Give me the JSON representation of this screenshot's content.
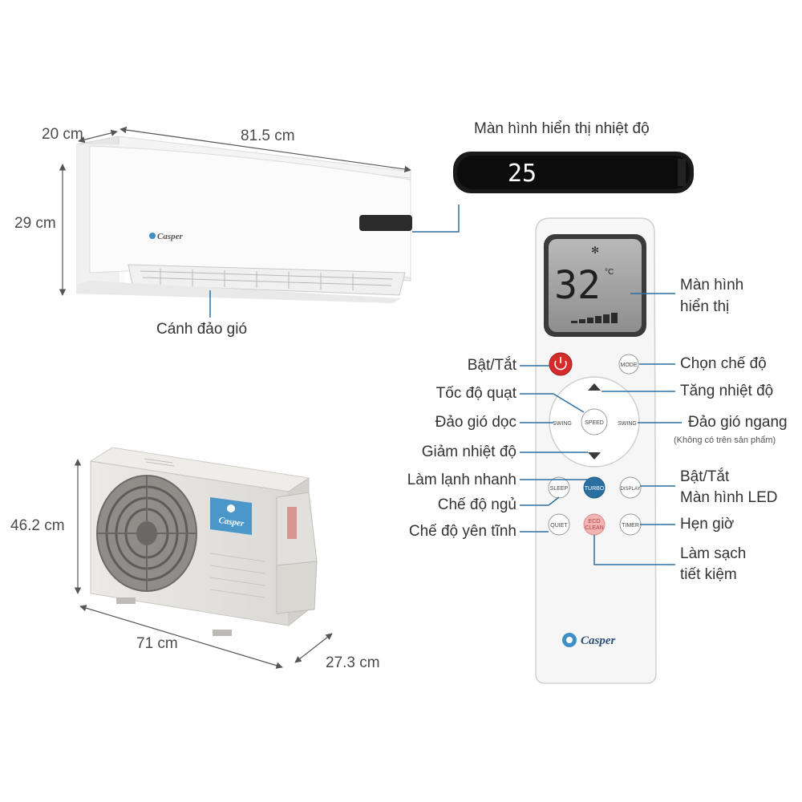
{
  "indoor_unit": {
    "depth_label": "20 cm",
    "width_label": "81.5 cm",
    "height_label": "29 cm",
    "brand": "Casper",
    "vane_label": "Cánh đảo gió"
  },
  "display_panel": {
    "title": "Màn hình hiển thị nhiệt độ",
    "temperature": "25"
  },
  "outdoor_unit": {
    "height_label": "46.2 cm",
    "width_label": "71 cm",
    "depth_label": "27.3 cm",
    "brand": "Casper"
  },
  "remote": {
    "lcd_temp": "32",
    "lcd_unit": "°C",
    "brand": "Casper",
    "buttons": {
      "power": "",
      "mode": "MODE",
      "speed": "SPEED",
      "swing_v": "SWING",
      "swing_h": "SWING",
      "sleep": "SLEEP",
      "turbo": "TURBO",
      "display": "DISPLAY",
      "quiet": "QUIET",
      "eco_line1": "ECO",
      "eco_line2": "CLEAN",
      "timer": "TIMER"
    },
    "callouts": {
      "screen_line1": "Màn hình",
      "screen_line2": "hiển thị",
      "power": "Bật/Tắt",
      "mode": "Chọn chế độ",
      "temp_up": "Tăng nhiệt độ",
      "fan_speed": "Tốc độ quạt",
      "swing_vertical": "Đảo gió dọc",
      "swing_horizontal": "Đảo gió ngang",
      "swing_horizontal_note": "(Không có trên sản phẩm)",
      "temp_down": "Giảm nhiệt độ",
      "turbo": "Làm lạnh nhanh",
      "display_line1": "Bật/Tắt",
      "display_line2": "Màn hình LED",
      "sleep": "Chế độ ngủ",
      "timer": "Hẹn giờ",
      "quiet": "Chế độ yên tĩnh",
      "eco_line1": "Làm sạch",
      "eco_line2": "tiết kiệm"
    }
  },
  "colors": {
    "callout_line": "#2f6f9f",
    "power_button": "#d52b2b",
    "turbo_button": "#2a6fa0",
    "eco_button": "#f2b3b3",
    "casper_blue": "#3d8fc4"
  }
}
